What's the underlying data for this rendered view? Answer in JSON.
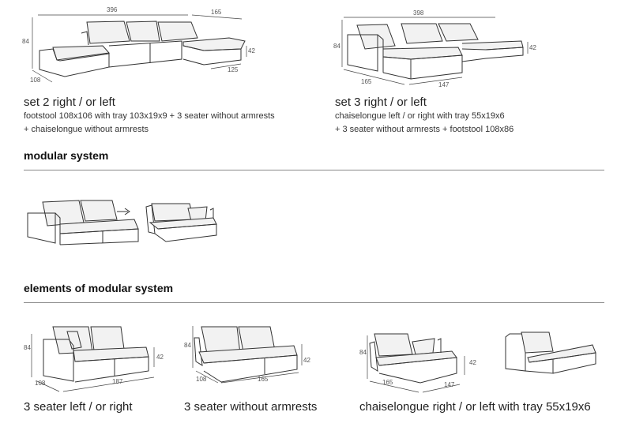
{
  "sets": [
    {
      "title": "set 2 right / or left",
      "desc_lines": [
        "footstool 108x106 with tray 103x19x9 + 3 seater without armrests",
        "+ chaiselongue without armrests"
      ],
      "dims": {
        "width": "396",
        "chaise": "165",
        "height": "84",
        "seat": "42",
        "depth": "108",
        "chaise_depth": "125"
      }
    },
    {
      "title": "set 3 right / or left",
      "desc_lines": [
        "chaiselongue left / or right with tray 55x19x6",
        "+ 3 seater without armrests + footstool 108x86"
      ],
      "dims": {
        "width": "398",
        "height": "84",
        "seat": "42",
        "depth": "165",
        "chaise_depth": "147"
      }
    }
  ],
  "sections": {
    "modular": "modular system",
    "elements": "elements of modular system"
  },
  "elements": [
    {
      "caption": "3 seater left / or right",
      "dims": {
        "height": "84",
        "seat": "42",
        "depth": "108",
        "width": "187"
      }
    },
    {
      "caption": "3 seater without armrests",
      "dims": {
        "height": "84",
        "seat": "42",
        "depth": "108",
        "width": "165"
      }
    },
    {
      "caption": "chaiselongue right / or left with tray 55x19x6",
      "dims": {
        "height": "84",
        "seat": "42",
        "depth": "165",
        "width": "147"
      }
    }
  ]
}
